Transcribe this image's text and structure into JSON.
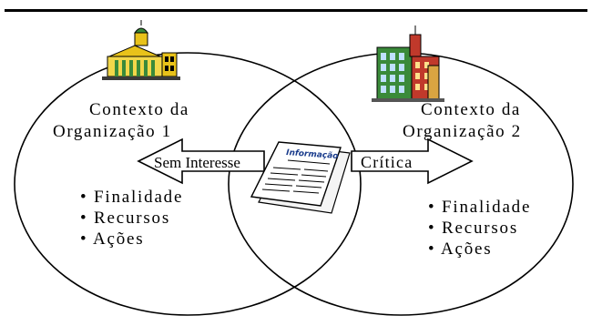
{
  "left": {
    "context_line1": "Contexto da",
    "context_line2": "Organização 1",
    "arrow_label": "Sem Interesse",
    "items": [
      "• Finalidade",
      "• Recursos",
      "• Ações"
    ]
  },
  "right": {
    "context_line1": "Contexto da",
    "context_line2": "Organização 2",
    "arrow_label": "Crítica",
    "items": [
      "• Finalidade",
      "• Recursos",
      "• Ações"
    ]
  },
  "center": {
    "newspaper_title": "Informação"
  },
  "icons": {
    "left_building": "government-building-icon",
    "right_building": "city-buildings-icon",
    "center": "newspaper-icon"
  },
  "colors": {
    "line": "#000000",
    "building_gold": "#e8c21a",
    "building_green": "#3a8a3a",
    "building_red": "#c0392b",
    "news_blue": "#1a3c8c"
  }
}
